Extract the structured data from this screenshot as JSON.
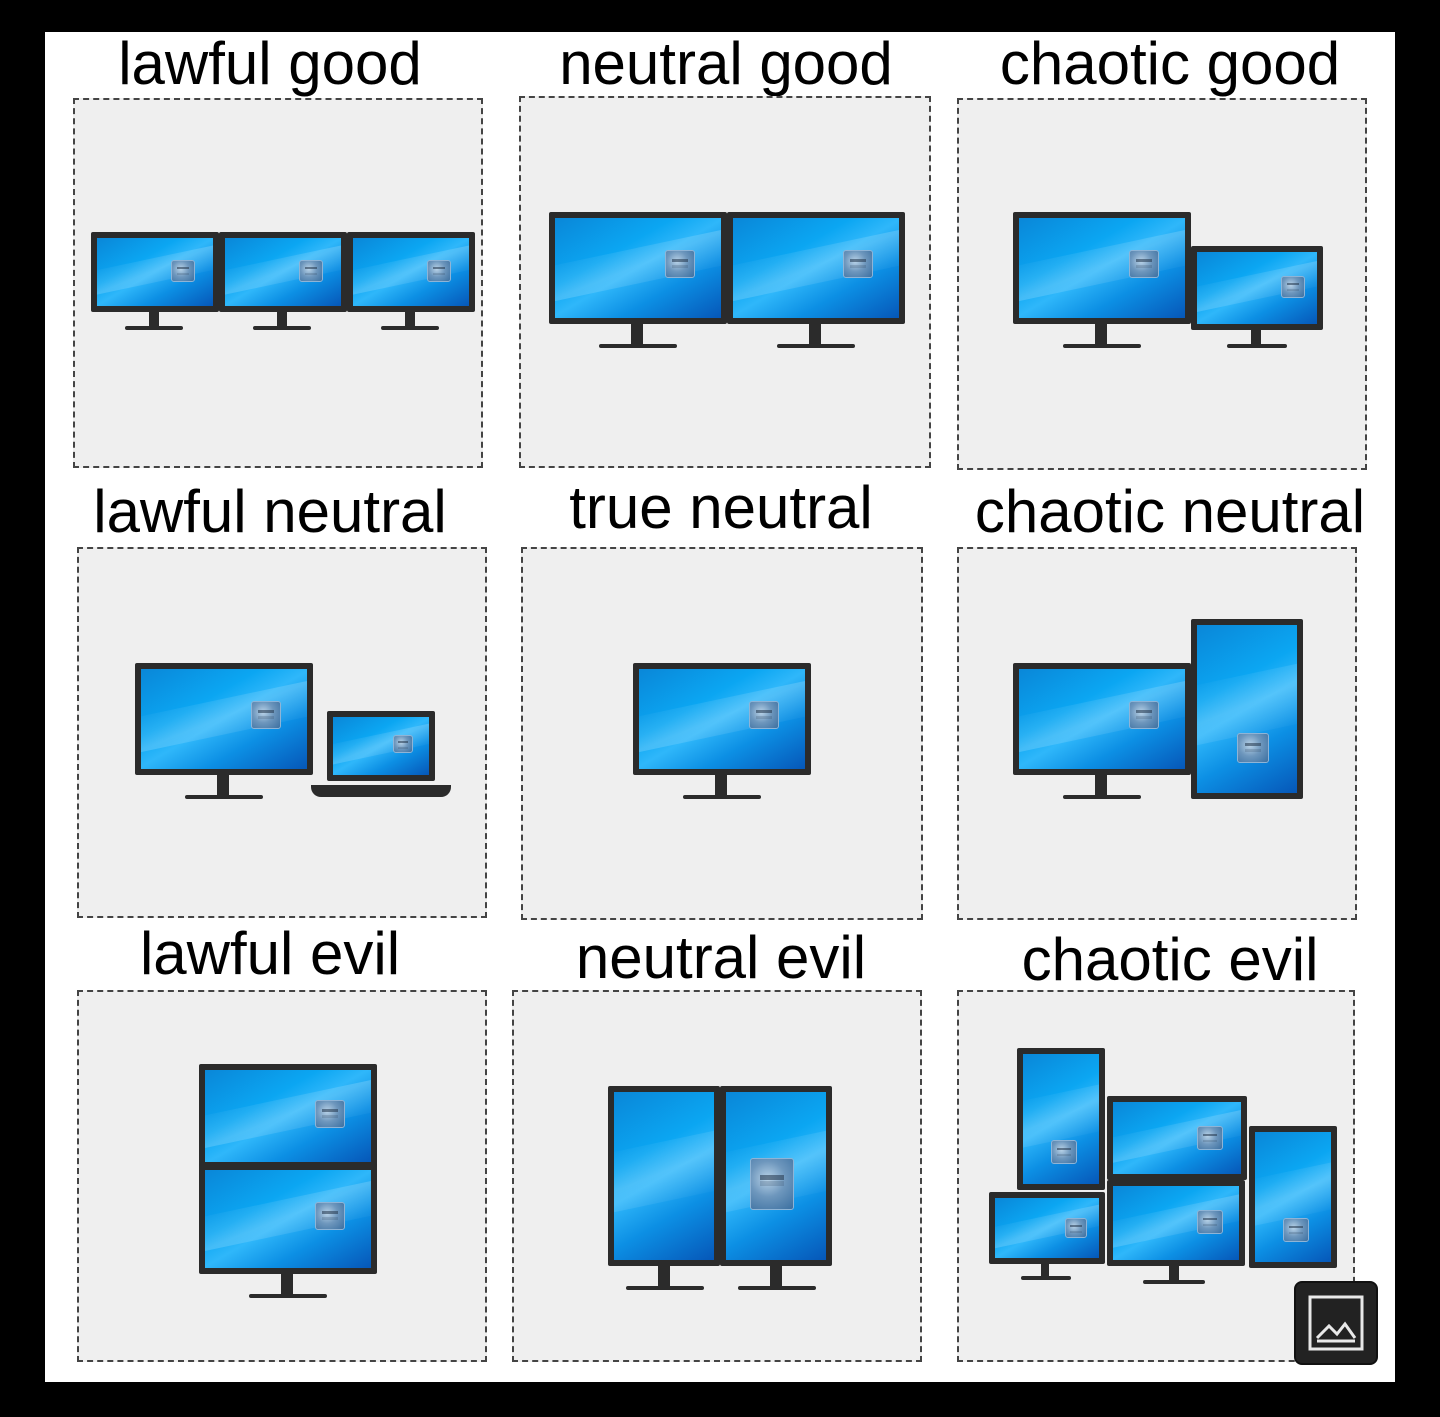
{
  "chart_title": "",
  "cells": [
    {
      "id": "lawful-good",
      "label": "lawful good"
    },
    {
      "id": "neutral-good",
      "label": "neutral good"
    },
    {
      "id": "chaotic-good",
      "label": "chaotic good"
    },
    {
      "id": "lawful-neutral",
      "label": "lawful neutral"
    },
    {
      "id": "true-neutral",
      "label": "true neutral"
    },
    {
      "id": "chaotic-neutral",
      "label": "chaotic neutral"
    },
    {
      "id": "lawful-evil",
      "label": "lawful evil"
    },
    {
      "id": "neutral-evil",
      "label": "neutral evil"
    },
    {
      "id": "chaotic-evil",
      "label": "chaotic evil"
    }
  ],
  "colors": {
    "background": "#000000",
    "sheet": "#ffffff",
    "cell_fill": "#efefef",
    "bezel": "#2b2b2b",
    "screen": "#0ba6f2"
  },
  "icons": {
    "corner_button": "image-gallery-icon"
  }
}
